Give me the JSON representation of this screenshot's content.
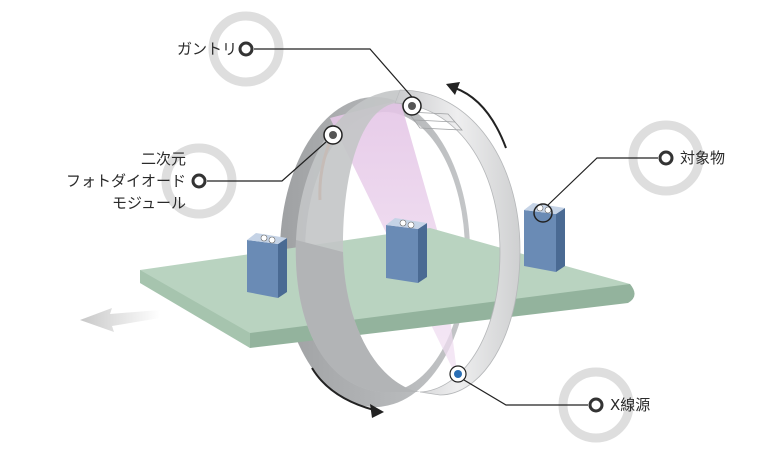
{
  "labels": {
    "gantry": "ガントリ",
    "detector_line1": "二次元",
    "detector_line2": "フォトダイオード",
    "detector_line3": "モジュール",
    "object": "対象物",
    "xray_source": "X線源"
  },
  "colors": {
    "belt_top": "#b9d3c0",
    "belt_edge": "#8fae98",
    "box_front": "#6a8bb5",
    "box_dark": "#4a6a93",
    "ring_outer": "#d9dadb",
    "ring_inner": "#a9abad",
    "beam": "#e7c9e8",
    "detector_strip": "#d96a2b",
    "callout_ring": "#dcdcdc",
    "arrow": "#222222"
  }
}
